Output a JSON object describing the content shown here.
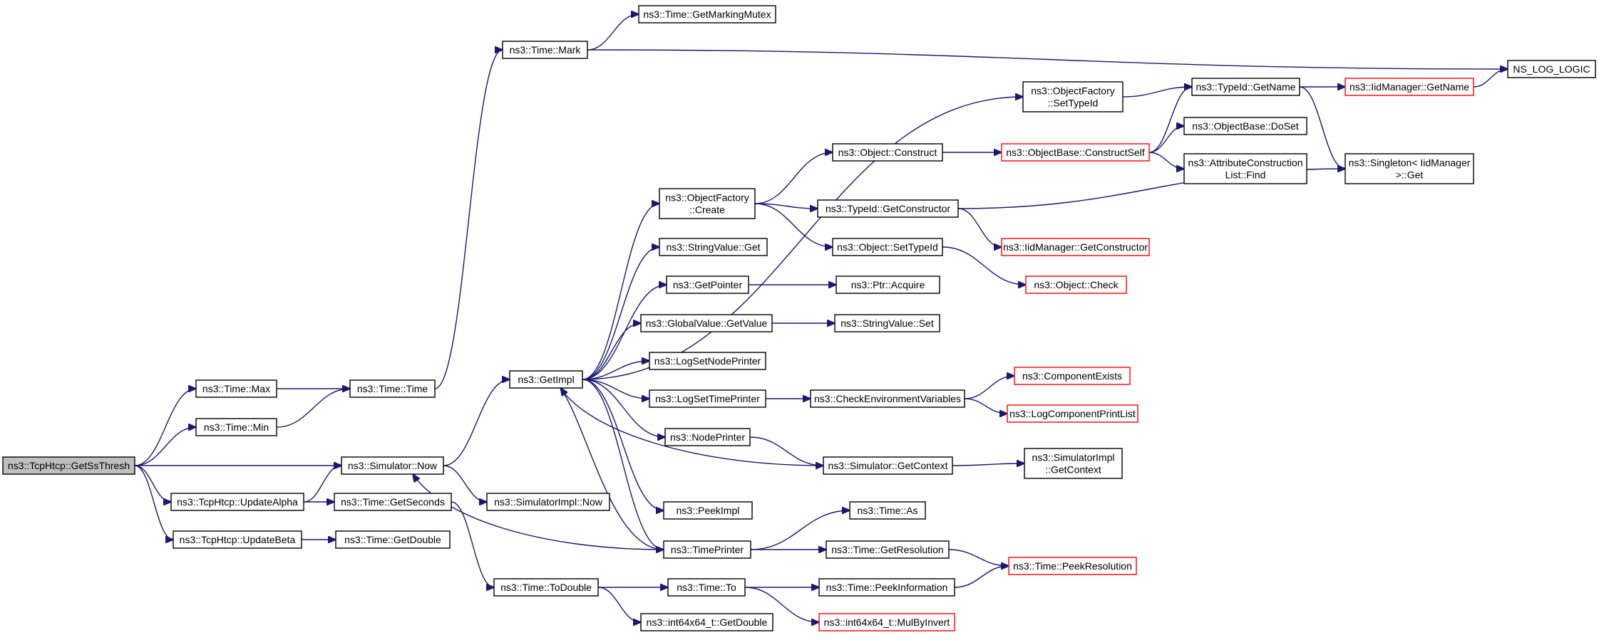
{
  "nodes": [
    {
      "id": "getssthresh",
      "lines": [
        "ns3::TcpHtcp::GetSsThresh"
      ],
      "style": "root"
    },
    {
      "id": "time_max",
      "lines": [
        "ns3::Time::Max"
      ],
      "style": "normal"
    },
    {
      "id": "time_min",
      "lines": [
        "ns3::Time::Min"
      ],
      "style": "normal"
    },
    {
      "id": "time_time",
      "lines": [
        "ns3::Time::Time"
      ],
      "style": "normal"
    },
    {
      "id": "time_mark",
      "lines": [
        "ns3::Time::Mark"
      ],
      "style": "normal"
    },
    {
      "id": "getmarkingmutex",
      "lines": [
        "ns3::Time::GetMarkingMutex"
      ],
      "style": "normal"
    },
    {
      "id": "ns_log_logic",
      "lines": [
        "NS_LOG_LOGIC"
      ],
      "style": "normal"
    },
    {
      "id": "sim_now",
      "lines": [
        "ns3::Simulator::Now"
      ],
      "style": "normal"
    },
    {
      "id": "updatealpha",
      "lines": [
        "ns3::TcpHtcp::UpdateAlpha"
      ],
      "style": "normal"
    },
    {
      "id": "updatebeta",
      "lines": [
        "ns3::TcpHtcp::UpdateBeta"
      ],
      "style": "normal"
    },
    {
      "id": "getseconds",
      "lines": [
        "ns3::Time::GetSeconds"
      ],
      "style": "normal"
    },
    {
      "id": "getdouble",
      "lines": [
        "ns3::Time::GetDouble"
      ],
      "style": "normal"
    },
    {
      "id": "simimpl_now",
      "lines": [
        "ns3::SimulatorImpl::Now"
      ],
      "style": "normal"
    },
    {
      "id": "todouble",
      "lines": [
        "ns3::Time::ToDouble"
      ],
      "style": "normal"
    },
    {
      "id": "time_to",
      "lines": [
        "ns3::Time::To"
      ],
      "style": "normal"
    },
    {
      "id": "int64_getdouble",
      "lines": [
        "ns3::int64x64_t::GetDouble"
      ],
      "style": "normal"
    },
    {
      "id": "mulbyinvert",
      "lines": [
        "ns3::int64x64_t::MulByInvert"
      ],
      "style": "trunc"
    },
    {
      "id": "getimpl",
      "lines": [
        "ns3::GetImpl"
      ],
      "style": "normal"
    },
    {
      "id": "of_settypeid",
      "lines": [
        "ns3::ObjectFactory",
        "::SetTypeId"
      ],
      "style": "normal"
    },
    {
      "id": "of_create",
      "lines": [
        "ns3::ObjectFactory",
        "::Create"
      ],
      "style": "normal"
    },
    {
      "id": "sv_get",
      "lines": [
        "ns3::StringValue::Get"
      ],
      "style": "normal"
    },
    {
      "id": "getpointer",
      "lines": [
        "ns3::GetPointer"
      ],
      "style": "normal"
    },
    {
      "id": "gv_getvalue",
      "lines": [
        "ns3::GlobalValue::GetValue"
      ],
      "style": "normal"
    },
    {
      "id": "logsetnodeprinter",
      "lines": [
        "ns3::LogSetNodePrinter"
      ],
      "style": "normal"
    },
    {
      "id": "logsettimeprinter",
      "lines": [
        "ns3::LogSetTimePrinter"
      ],
      "style": "normal"
    },
    {
      "id": "nodeprinter",
      "lines": [
        "ns3::NodePrinter"
      ],
      "style": "normal"
    },
    {
      "id": "peekimpl",
      "lines": [
        "ns3::PeekImpl"
      ],
      "style": "normal"
    },
    {
      "id": "timeprinter",
      "lines": [
        "ns3::TimePrinter"
      ],
      "style": "normal"
    },
    {
      "id": "obj_construct",
      "lines": [
        "ns3::Object::Construct"
      ],
      "style": "normal"
    },
    {
      "id": "typeid_getconstructor",
      "lines": [
        "ns3::TypeId::GetConstructor"
      ],
      "style": "normal"
    },
    {
      "id": "obj_settypeid",
      "lines": [
        "ns3::Object::SetTypeId"
      ],
      "style": "normal"
    },
    {
      "id": "ptr_acquire",
      "lines": [
        "ns3::Ptr::Acquire"
      ],
      "style": "normal"
    },
    {
      "id": "sv_set",
      "lines": [
        "ns3::StringValue::Set"
      ],
      "style": "normal"
    },
    {
      "id": "checkenv",
      "lines": [
        "ns3::CheckEnvironmentVariables"
      ],
      "style": "normal"
    },
    {
      "id": "sim_getcontext",
      "lines": [
        "ns3::Simulator::GetContext"
      ],
      "style": "normal"
    },
    {
      "id": "time_as",
      "lines": [
        "ns3::Time::As"
      ],
      "style": "normal"
    },
    {
      "id": "getresolution",
      "lines": [
        "ns3::Time::GetResolution"
      ],
      "style": "normal"
    },
    {
      "id": "peekinformation",
      "lines": [
        "ns3::Time::PeekInformation"
      ],
      "style": "normal"
    },
    {
      "id": "typeid_getname",
      "lines": [
        "ns3::TypeId::GetName"
      ],
      "style": "normal"
    },
    {
      "id": "ob_constructself",
      "lines": [
        "ns3::ObjectBase::ConstructSelf"
      ],
      "style": "trunc"
    },
    {
      "id": "ob_doset",
      "lines": [
        "ns3::ObjectBase::DoSet"
      ],
      "style": "normal"
    },
    {
      "id": "acl_find",
      "lines": [
        "ns3::AttributeConstruction",
        "List::Find"
      ],
      "style": "normal"
    },
    {
      "id": "iid_getconstructor",
      "lines": [
        "ns3::IidManager::GetConstructor"
      ],
      "style": "trunc"
    },
    {
      "id": "obj_check",
      "lines": [
        "ns3::Object::Check"
      ],
      "style": "trunc"
    },
    {
      "id": "componentexists",
      "lines": [
        "ns3::ComponentExists"
      ],
      "style": "trunc"
    },
    {
      "id": "logcomponentprintlist",
      "lines": [
        "ns3::LogComponentPrintList"
      ],
      "style": "trunc"
    },
    {
      "id": "simimpl_getcontext",
      "lines": [
        "ns3::SimulatorImpl",
        "::GetContext"
      ],
      "style": "normal"
    },
    {
      "id": "peekresolution",
      "lines": [
        "ns3::Time::PeekResolution"
      ],
      "style": "trunc"
    },
    {
      "id": "iid_getname",
      "lines": [
        "ns3::IidManager::GetName"
      ],
      "style": "trunc"
    },
    {
      "id": "singleton_get",
      "lines": [
        "ns3::Singleton< IidManager",
        ">::Get"
      ],
      "style": "normal"
    }
  ],
  "edges": [
    [
      "getssthresh",
      "time_max"
    ],
    [
      "getssthresh",
      "time_min"
    ],
    [
      "getssthresh",
      "sim_now"
    ],
    [
      "getssthresh",
      "updatealpha"
    ],
    [
      "getssthresh",
      "updatebeta"
    ],
    [
      "time_max",
      "time_time"
    ],
    [
      "time_min",
      "time_time"
    ],
    [
      "time_time",
      "time_mark"
    ],
    [
      "time_mark",
      "getmarkingmutex"
    ],
    [
      "time_mark",
      "ns_log_logic"
    ],
    [
      "sim_now",
      "getimpl"
    ],
    [
      "sim_now",
      "simimpl_now"
    ],
    [
      "updatealpha",
      "sim_now"
    ],
    [
      "updatealpha",
      "getseconds"
    ],
    [
      "updatebeta",
      "getdouble"
    ],
    [
      "getseconds",
      "todouble"
    ],
    [
      "todouble",
      "time_to"
    ],
    [
      "todouble",
      "int64_getdouble"
    ],
    [
      "time_to",
      "peekinformation"
    ],
    [
      "time_to",
      "mulbyinvert"
    ],
    [
      "getimpl",
      "of_settypeid"
    ],
    [
      "getimpl",
      "of_create"
    ],
    [
      "getimpl",
      "sv_get"
    ],
    [
      "getimpl",
      "getpointer"
    ],
    [
      "getimpl",
      "gv_getvalue"
    ],
    [
      "getimpl",
      "logsetnodeprinter"
    ],
    [
      "getimpl",
      "logsettimeprinter"
    ],
    [
      "getimpl",
      "nodeprinter"
    ],
    [
      "getimpl",
      "peekimpl"
    ],
    [
      "getimpl",
      "timeprinter"
    ],
    [
      "of_settypeid",
      "typeid_getname"
    ],
    [
      "of_create",
      "obj_construct"
    ],
    [
      "of_create",
      "typeid_getconstructor"
    ],
    [
      "of_create",
      "obj_settypeid"
    ],
    [
      "getpointer",
      "ptr_acquire"
    ],
    [
      "gv_getvalue",
      "sv_set"
    ],
    [
      "logsettimeprinter",
      "checkenv"
    ],
    [
      "nodeprinter",
      "sim_getcontext"
    ],
    [
      "timeprinter",
      "time_as"
    ],
    [
      "timeprinter",
      "getresolution"
    ],
    [
      "timeprinter",
      "getimpl"
    ],
    [
      "timeprinter",
      "sim_now"
    ],
    [
      "sim_getcontext",
      "getimpl"
    ],
    [
      "sim_getcontext",
      "simimpl_getcontext"
    ],
    [
      "obj_construct",
      "ob_constructself"
    ],
    [
      "typeid_getconstructor",
      "singleton_get"
    ],
    [
      "typeid_getconstructor",
      "iid_getconstructor"
    ],
    [
      "obj_settypeid",
      "obj_check"
    ],
    [
      "checkenv",
      "componentexists"
    ],
    [
      "checkenv",
      "logcomponentprintlist"
    ],
    [
      "getresolution",
      "peekresolution"
    ],
    [
      "peekinformation",
      "peekresolution"
    ],
    [
      "ob_constructself",
      "typeid_getname"
    ],
    [
      "ob_constructself",
      "ob_doset"
    ],
    [
      "ob_constructself",
      "acl_find"
    ],
    [
      "typeid_getname",
      "iid_getname"
    ],
    [
      "typeid_getname",
      "singleton_get"
    ],
    [
      "iid_getname",
      "ns_log_logic"
    ]
  ]
}
